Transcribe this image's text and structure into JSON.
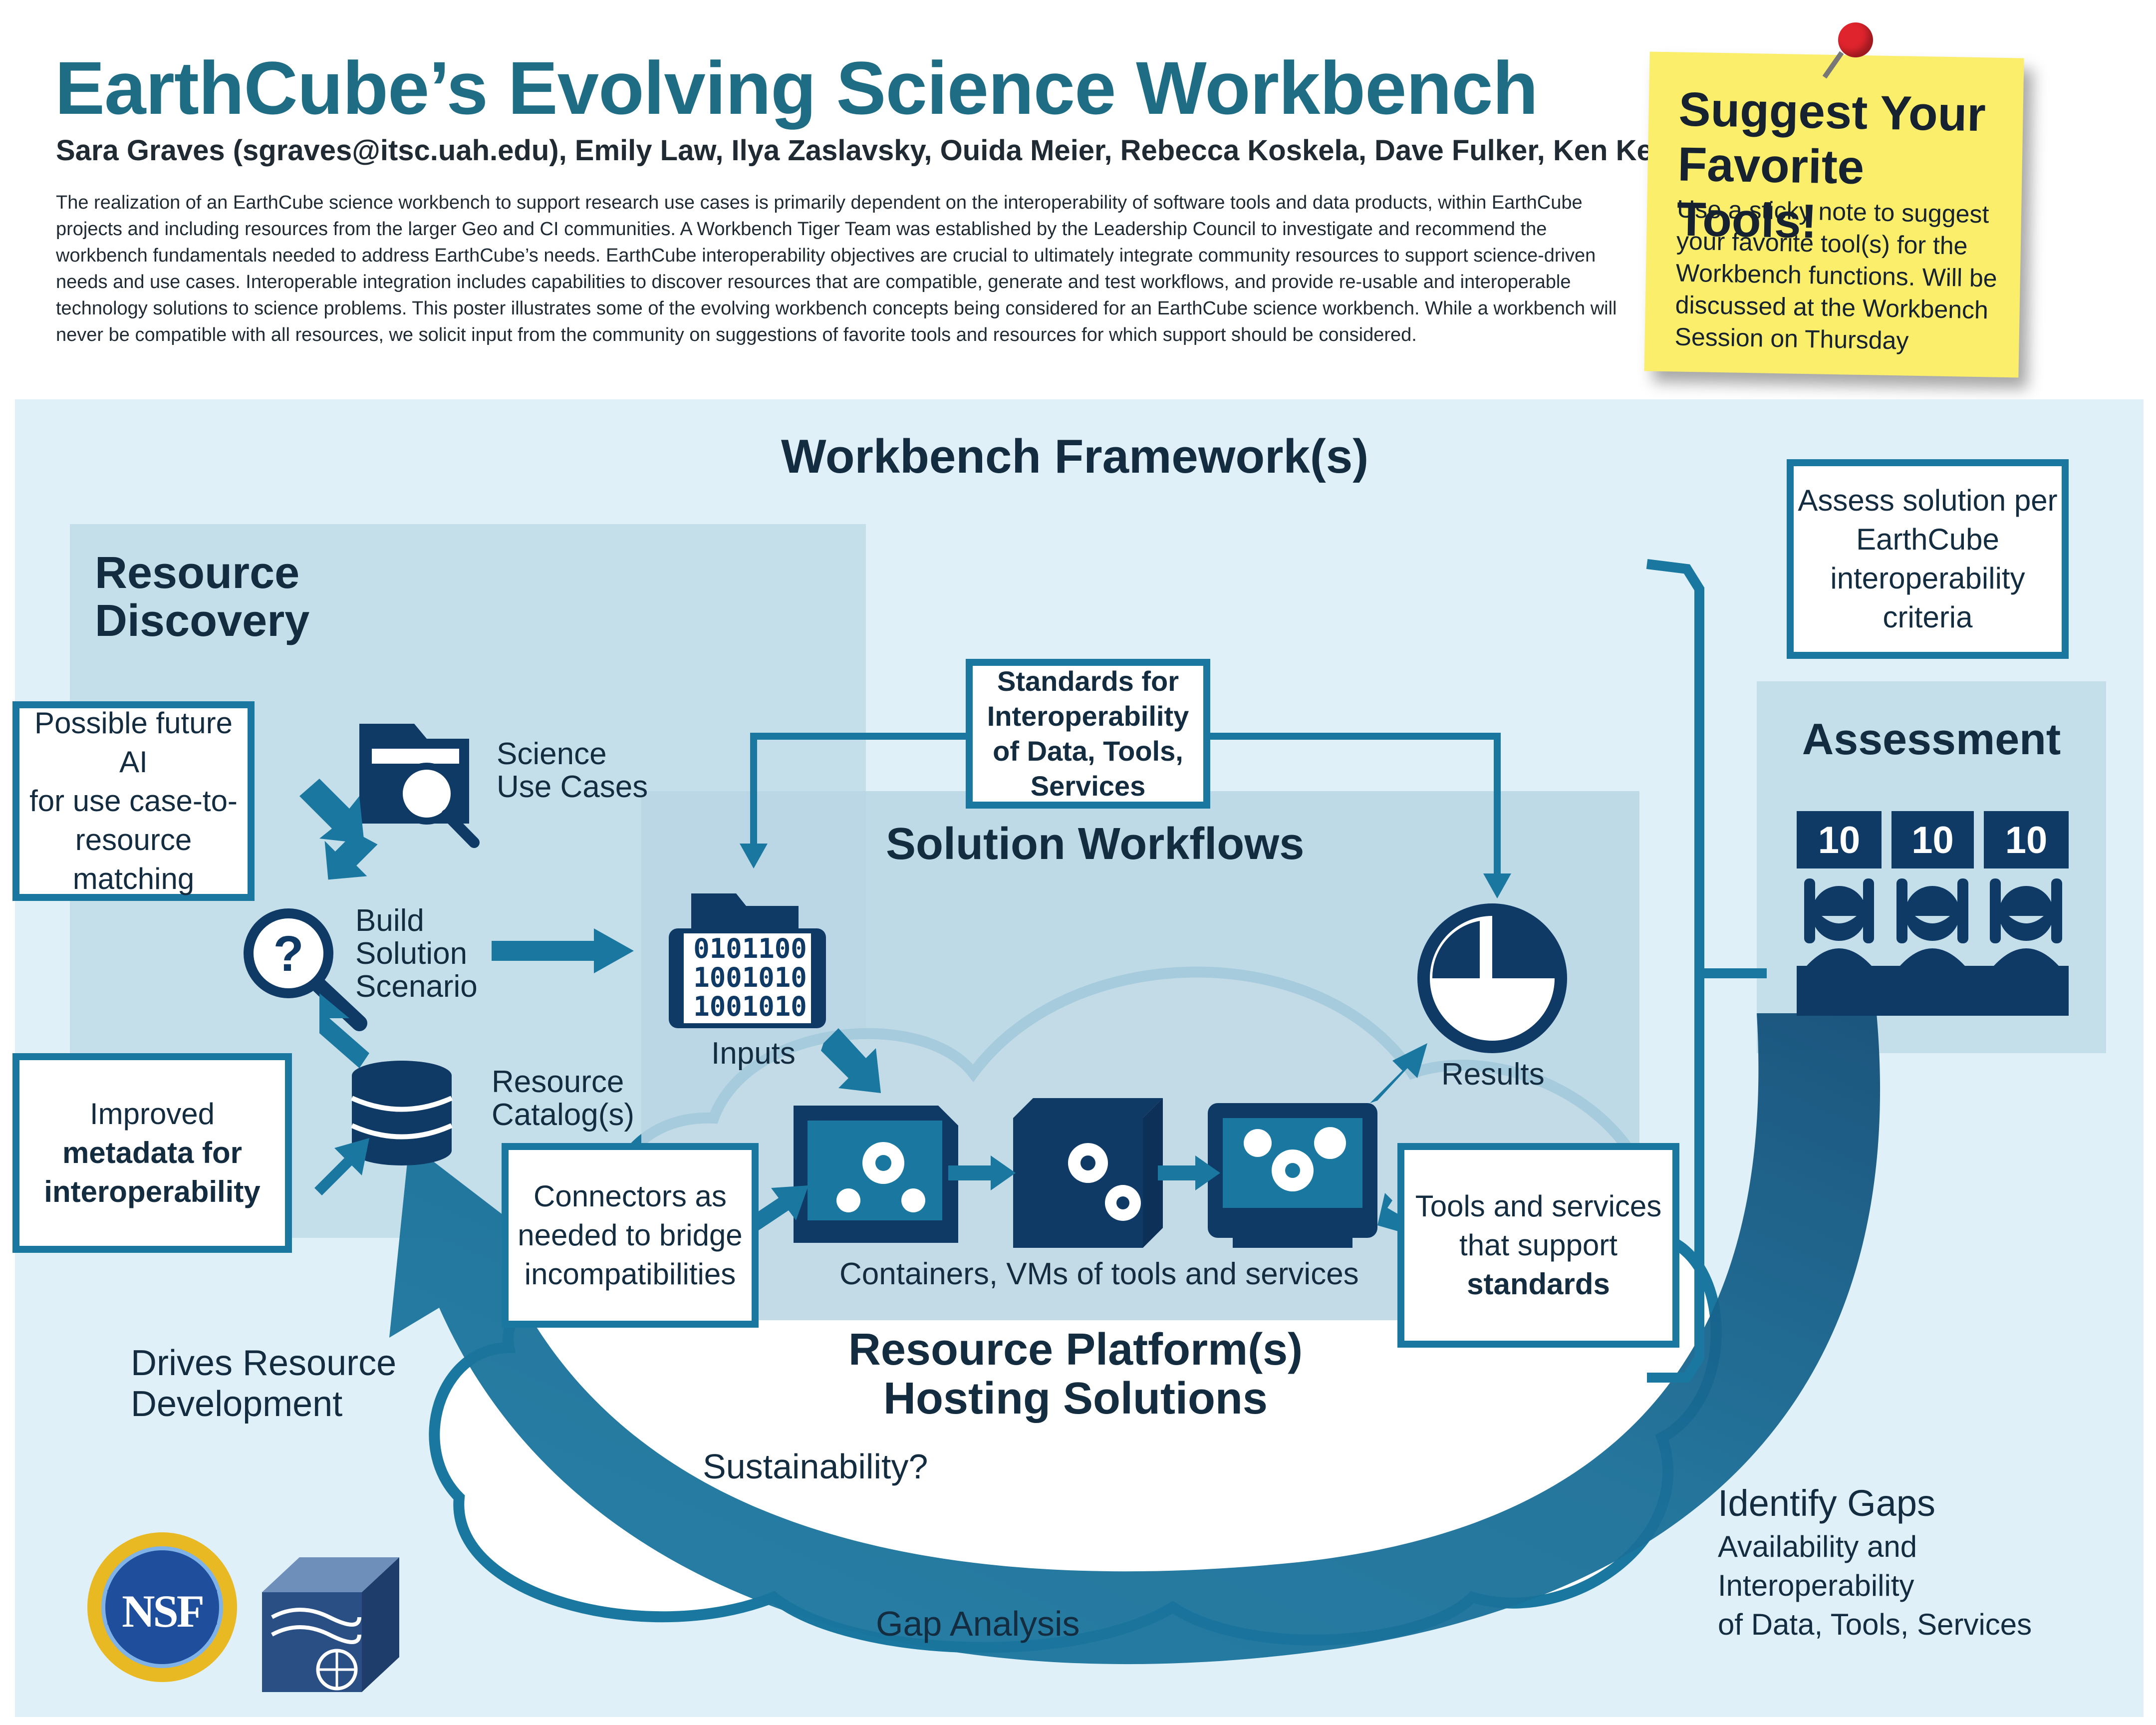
{
  "header": {
    "title": "EarthCube’s Evolving Science Workbench",
    "authors": "Sara Graves (sgraves@itsc.uah.edu), Emily Law, Ilya Zaslavsky, Ouida Meier, Rebecca Koskela, Dave Fulker, Ken Keiser",
    "abstract": "The realization of an EarthCube science workbench to support research use cases is primarily dependent on the interoperability of software tools and data products, within EarthCube projects and including resources from the larger Geo and CI communities.  A Workbench Tiger Team was established by the Leadership Council to investigate and recommend the workbench fundamentals needed to address EarthCube’s needs. EarthCube interoperability objectives are crucial to ultimately integrate community resources to support science-driven needs and use cases.  Interoperable integration includes capabilities to discover resources that are compatible, generate and test workflows, and provide re-usable and interoperable technology solutions to science problems. This poster illustrates some of the evolving workbench concepts being considered for an EarthCube science workbench. While a workbench will never be compatible with all resources, we solicit input from the community on suggestions of favorite tools and resources for which support should be considered."
  },
  "sticky": {
    "title": "Suggest Your Favorite Tools!",
    "body": "Use a sticky note to suggest your favorite tool(s) for the Workbench functions.  Will be discussed at the Workbench Session on Thursday",
    "color": "#fbee6a"
  },
  "diagram": {
    "framework_title": "Workbench Framework(s)",
    "resource_discovery": {
      "title_line1": "Resource",
      "title_line2": "Discovery",
      "science_use_cases_1": "Science",
      "science_use_cases_2": "Use Cases",
      "build_1": "Build",
      "build_2": "Solution",
      "build_3": "Scenario",
      "catalog_1": "Resource",
      "catalog_2": "Catalog(s)"
    },
    "ai_box": {
      "line1": "Possible future AI",
      "line2": "for use case-to-",
      "line3": "resource matching"
    },
    "metadata_box": {
      "line1": "Improved",
      "line2": "metadata for",
      "line3": "interoperability"
    },
    "standards_box": {
      "line1": "Standards for",
      "line2": "Interoperability",
      "line3": "of Data, Tools,",
      "line4": "Services"
    },
    "solution_workflows": {
      "title": "Solution Workflows",
      "inputs": "Inputs",
      "binary_rows": [
        "0101100",
        "1001010",
        "1001010"
      ],
      "results": "Results",
      "containers": "Containers, VMs of tools and services"
    },
    "connectors_box": {
      "line1": "Connectors as",
      "line2": "needed to bridge",
      "line3": "incompatibilities"
    },
    "tools_box": {
      "line1": "Tools and services",
      "line2": "that support",
      "line3": "standards"
    },
    "platform": {
      "line1": "Resource Platform(s)",
      "line2": "Hosting Solutions",
      "sustainability": "Sustainability?"
    },
    "assessment": {
      "title": "Assessment",
      "scores": [
        "10",
        "10",
        "10"
      ],
      "criteria_1": "Assess solution per",
      "criteria_2": "EarthCube",
      "criteria_3": "interoperability",
      "criteria_4": "criteria"
    },
    "drives": {
      "line1": "Drives Resource",
      "line2": "Development"
    },
    "gaps": {
      "title": "Identify Gaps",
      "line1": "Availability and",
      "line2": "Interoperability",
      "line3": "of Data, Tools, Services"
    },
    "gap_analysis": "Gap Analysis",
    "logos": {
      "nsf": "NSF"
    }
  },
  "colors": {
    "accent": "#1a78a0",
    "dark_icon": "#0f3a66",
    "panel_light": "#dff0f8",
    "panel_mid": "#c4dfea"
  }
}
